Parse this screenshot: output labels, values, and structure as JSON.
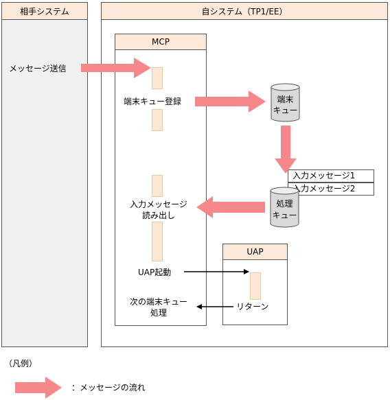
{
  "left_system": {
    "title": "相手システム"
  },
  "self_system": {
    "title": "自システム（TP1/EE）"
  },
  "send_label": "メッセージ送信",
  "mcp": {
    "title": "MCP",
    "step_register": "端末キュー登録",
    "step_read_1": "入力メッセージ",
    "step_read_2": "読み出し",
    "step_uap_start": "UAP起動",
    "step_next_1": "次の端末キュー",
    "step_next_2": "処理"
  },
  "terminal_queue": {
    "label_1": "端末",
    "label_2": "キュー"
  },
  "messages": [
    "入力メッセージ1",
    "入力メッセージ2"
  ],
  "processing_queue": {
    "label_1": "処理",
    "label_2": "キュー"
  },
  "uap": {
    "title": "UAP",
    "return_label": "リターン"
  },
  "legend": {
    "title": "（凡例）",
    "message_flow": "：メッセージの流れ"
  },
  "colors": {
    "arrow": "#f6878b",
    "panel_bg": "#f0f0f0",
    "header_bg": "#fde9d9",
    "slot": "#fbe7d2",
    "cylinder": "#d9d9d9"
  }
}
